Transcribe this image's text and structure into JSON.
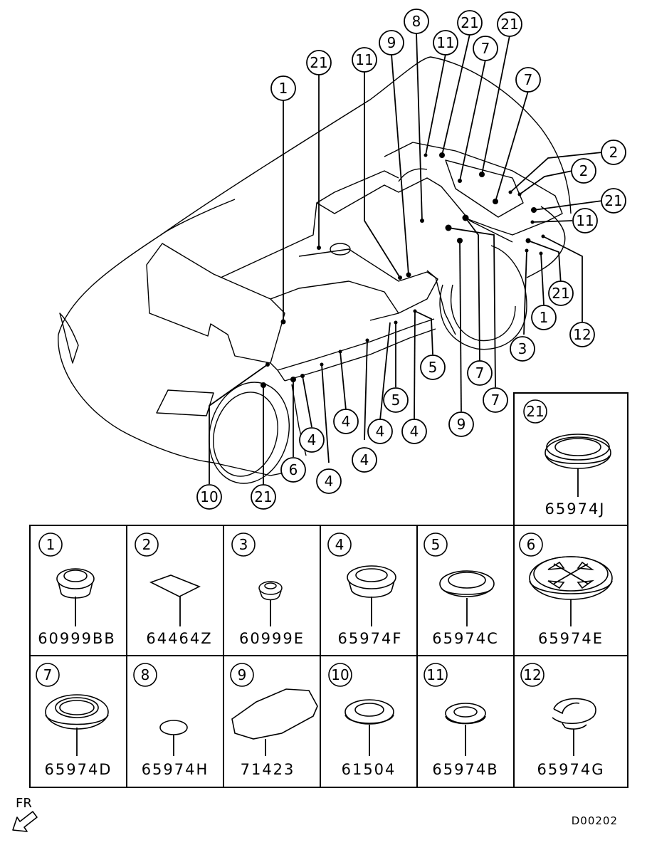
{
  "diagram": {
    "reference_code": "D00202",
    "front_indicator": "FR",
    "callouts": [
      {
        "num": "1"
      },
      {
        "num": "21"
      },
      {
        "num": "11"
      },
      {
        "num": "9"
      },
      {
        "num": "8"
      },
      {
        "num": "21"
      },
      {
        "num": "11"
      },
      {
        "num": "7"
      },
      {
        "num": "21"
      },
      {
        "num": "7"
      },
      {
        "num": "2"
      },
      {
        "num": "2"
      },
      {
        "num": "21"
      },
      {
        "num": "11"
      },
      {
        "num": "21"
      },
      {
        "num": "1"
      },
      {
        "num": "12"
      },
      {
        "num": "3"
      },
      {
        "num": "5"
      },
      {
        "num": "7"
      },
      {
        "num": "7"
      },
      {
        "num": "5"
      },
      {
        "num": "9"
      },
      {
        "num": "4"
      },
      {
        "num": "4"
      },
      {
        "num": "4"
      },
      {
        "num": "4"
      },
      {
        "num": "4"
      },
      {
        "num": "4"
      },
      {
        "num": "6"
      },
      {
        "num": "10"
      },
      {
        "num": "21"
      }
    ],
    "parts": [
      {
        "num": "21",
        "code": "65974J"
      },
      {
        "num": "1",
        "code": "60999BB"
      },
      {
        "num": "2",
        "code": "64464Z"
      },
      {
        "num": "3",
        "code": "60999E"
      },
      {
        "num": "4",
        "code": "65974F"
      },
      {
        "num": "5",
        "code": "65974C"
      },
      {
        "num": "6",
        "code": "65974E"
      },
      {
        "num": "7",
        "code": "65974D"
      },
      {
        "num": "8",
        "code": "65974H"
      },
      {
        "num": "9",
        "code": "71423"
      },
      {
        "num": "10",
        "code": "61504"
      },
      {
        "num": "11",
        "code": "65974B"
      },
      {
        "num": "12",
        "code": "65974G"
      }
    ]
  }
}
